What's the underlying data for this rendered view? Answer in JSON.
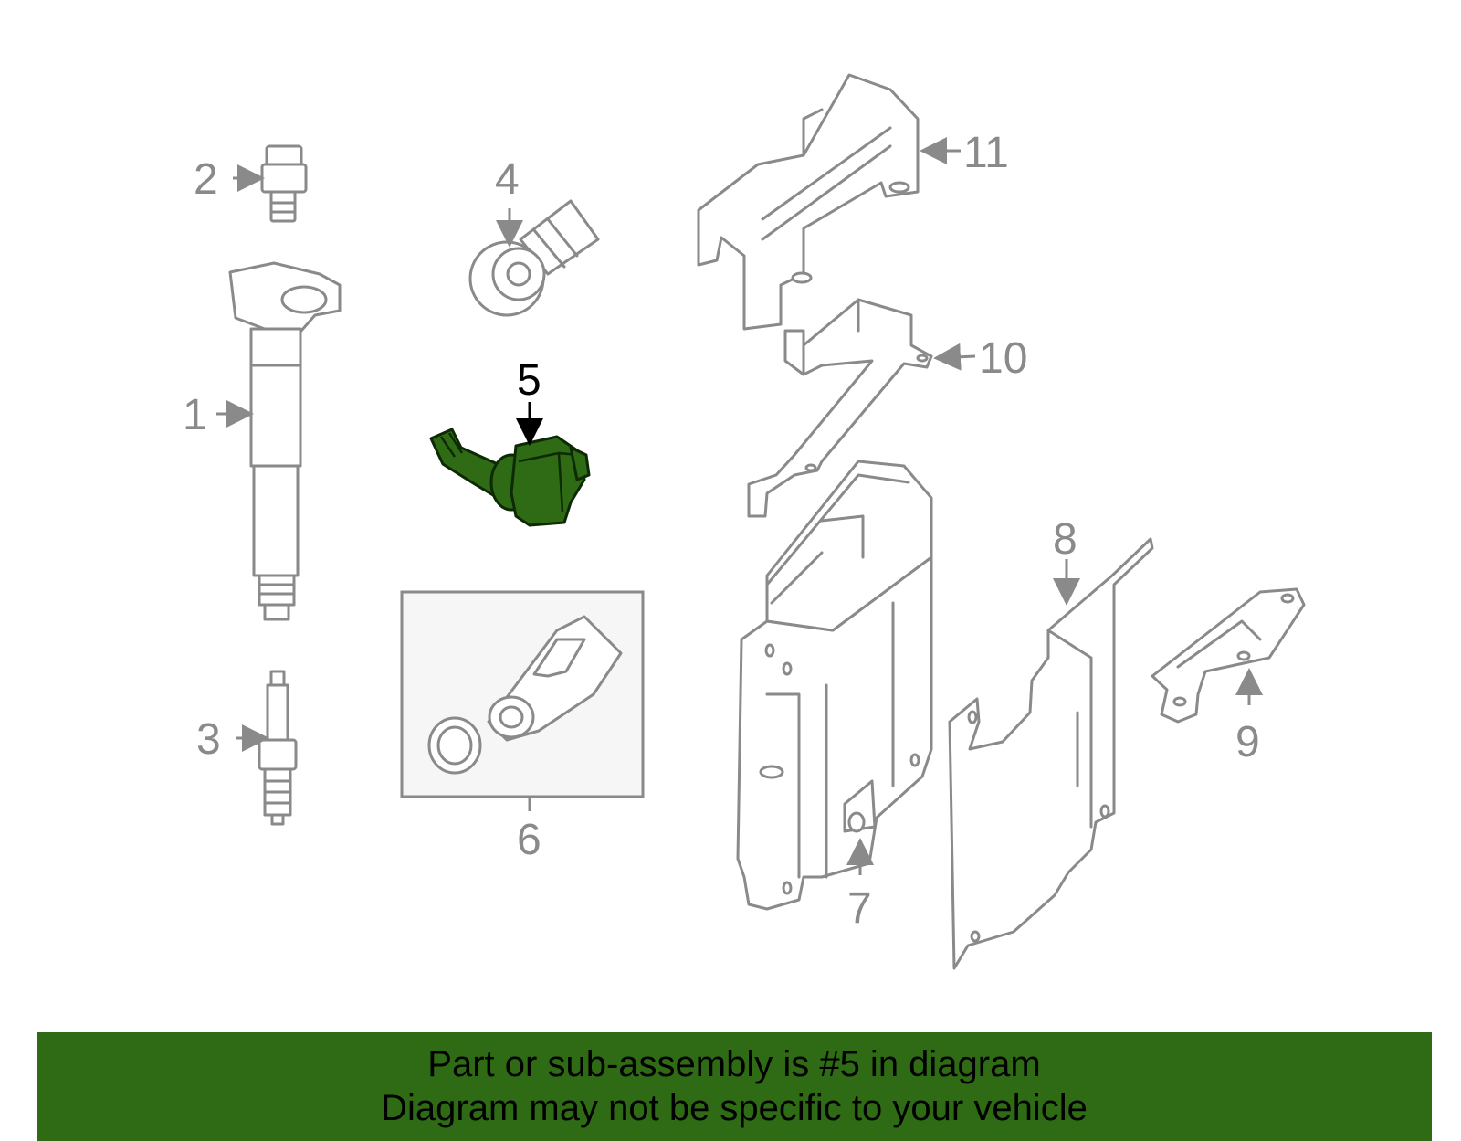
{
  "callouts": {
    "c1": "1",
    "c2": "2",
    "c3": "3",
    "c4": "4",
    "c5": "5",
    "c6": "6",
    "c7": "7",
    "c8": "8",
    "c9": "9",
    "c10": "10",
    "c11": "11"
  },
  "highlighted_callout": "5",
  "colors": {
    "highlight_fill": "#2e6b14",
    "highlight_outline": "#0d2a05",
    "part_line": "#8a8a8a",
    "banner_bg": "#2e6b14"
  },
  "banner": {
    "line1": "Part or sub-assembly is #5 in diagram",
    "line2": "Diagram may not be specific to your vehicle"
  }
}
